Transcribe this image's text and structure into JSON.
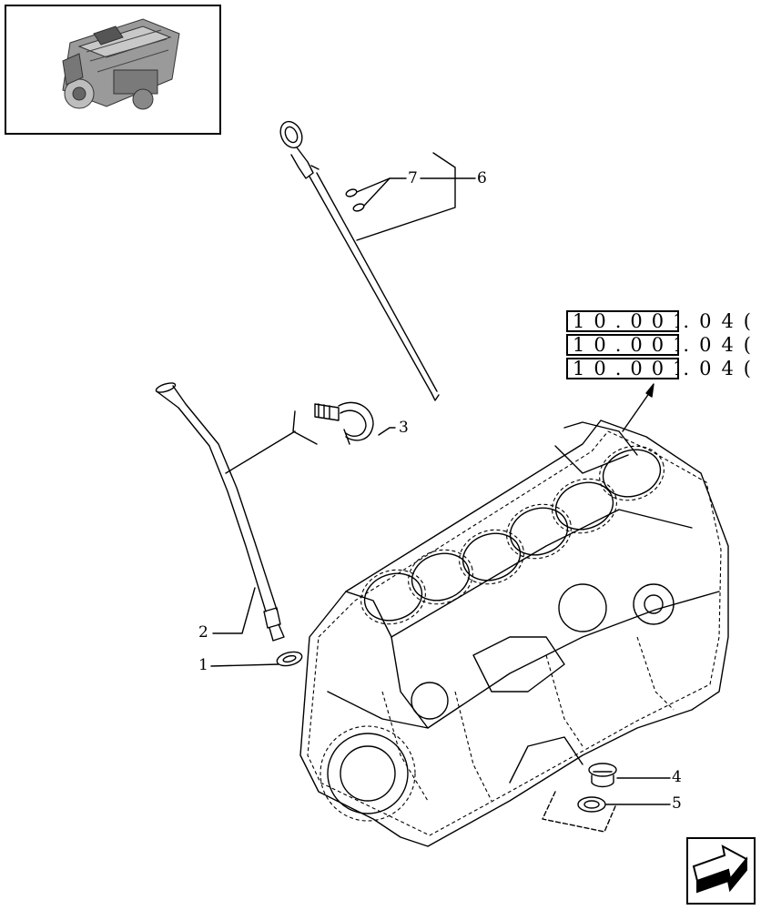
{
  "thumbnail": {
    "icon": "engine-overview-icon"
  },
  "reference_table": [
    {
      "code": "10.001",
      "suffix": ".04("
    },
    {
      "code": "10.001",
      "suffix": ".04("
    },
    {
      "code": "10.001",
      "suffix": ".04("
    }
  ],
  "callouts": {
    "c1": "1",
    "c2": "2",
    "c3": "3",
    "c4": "4",
    "c5": "5",
    "c6": "6",
    "c7": "7"
  },
  "nav": {
    "icon": "next-page-arrow-icon"
  }
}
